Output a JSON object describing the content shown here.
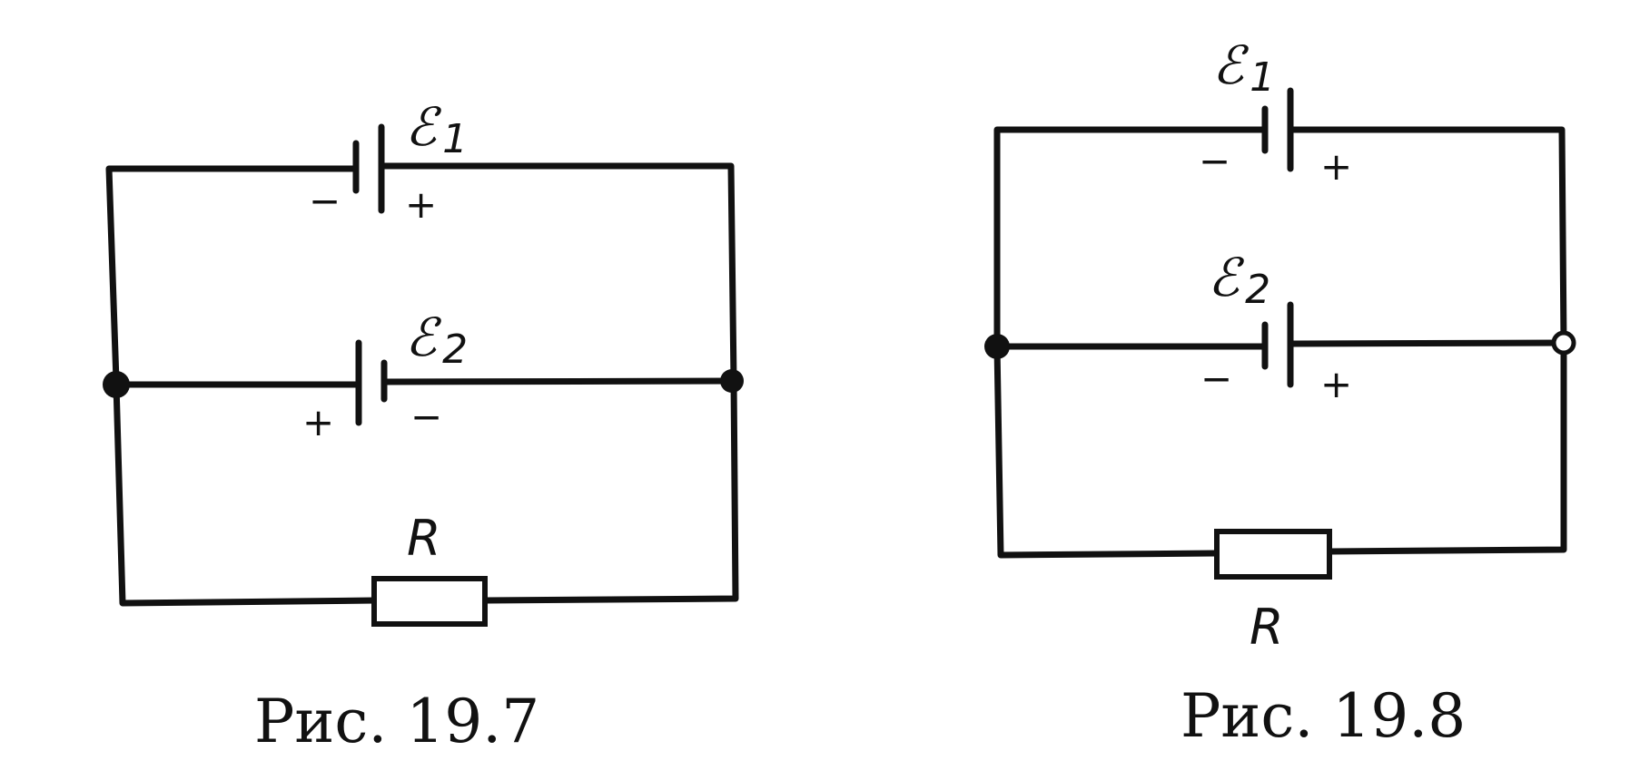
{
  "figures": [
    {
      "caption": "Рис. 19.7",
      "emf1": {
        "symbol": "ℰ",
        "sub": "1",
        "left_sign": "−",
        "right_sign": "+"
      },
      "emf2": {
        "symbol": "ℰ",
        "sub": "2",
        "left_sign": "+",
        "right_sign": "−"
      },
      "resistor": {
        "label": "R"
      }
    },
    {
      "caption": "Рис. 19.8",
      "emf1": {
        "symbol": "ℰ",
        "sub": "1",
        "left_sign": "−",
        "right_sign": "+"
      },
      "emf2": {
        "symbol": "ℰ",
        "sub": "2",
        "left_sign": "−",
        "right_sign": "+"
      },
      "resistor": {
        "label": "R"
      }
    }
  ]
}
